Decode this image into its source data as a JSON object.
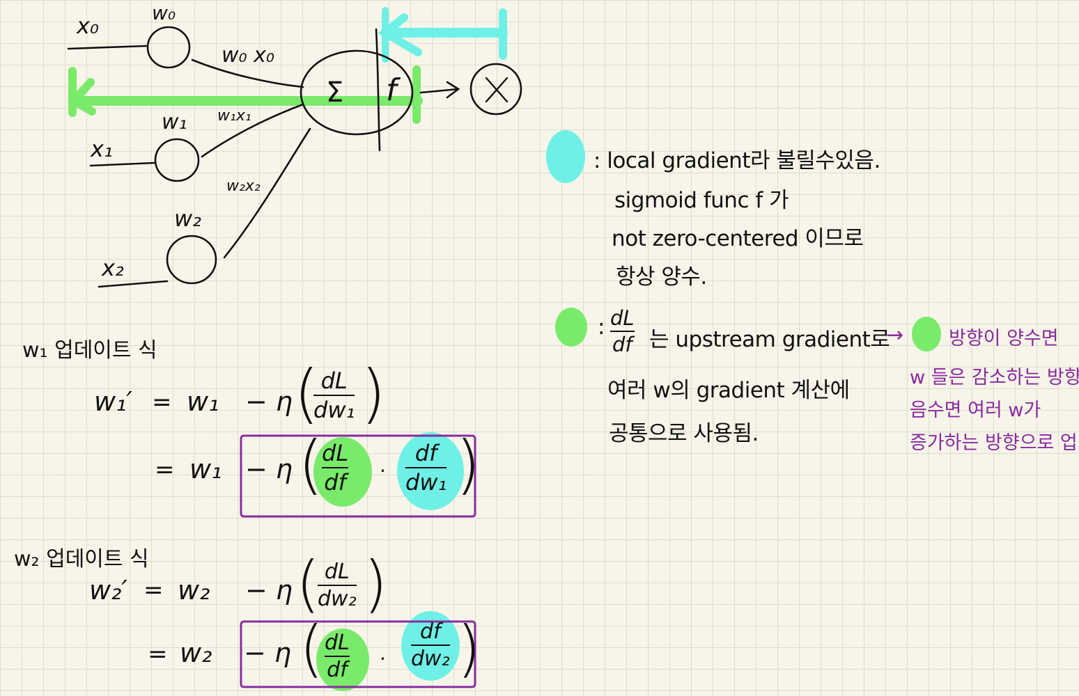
{
  "colors": {
    "paper": "#f7f5e9",
    "grid": "#dfdccb",
    "ink": "#111111",
    "local_gradient_highlight": "#6ff0e6",
    "upstream_gradient_highlight": "#7aea6a",
    "box": "#8a2aa0",
    "purple_note": "#8a2aa0"
  },
  "neuron": {
    "inputs": [
      "x₀",
      "x₁",
      "x₂"
    ],
    "weights": [
      "w₀",
      "w₁",
      "w₂"
    ],
    "products": [
      "w₀ x₀",
      "w₁x₁",
      "w₂x₂"
    ],
    "sum_symbol": "Σ",
    "activation": "f"
  },
  "legend": {
    "local": {
      "lines": [
        ": local gradient라 불릴수있음.",
        "sigmoid func f 가",
        "not zero-centered 이므로",
        "항상 양수."
      ]
    },
    "upstream": {
      "prefix": ":",
      "frac_num": "dL",
      "frac_den": "df",
      "suffix": "는 upstream gradient로",
      "lines": [
        "여러 w의 gradient 계산에",
        "공통으로 사용됨."
      ]
    },
    "purple_note": {
      "arrow": "→",
      "lines": [
        "방향이 양수면",
        "w 들은 감소하는 방향",
        "음수면 여러 w가",
        "증가하는 방향으로 업뎃"
      ]
    }
  },
  "w1_update": {
    "title": "w₁ 업데이트 식",
    "lhs": "w₁′",
    "eq": "=",
    "w": "w₁",
    "minus_eta": "− η",
    "dl": "dL",
    "dw": "dw₁",
    "df": "df",
    "dot": "·"
  },
  "w2_update": {
    "title": "w₂ 업데이트 식",
    "lhs": "w₂′",
    "eq": "=",
    "w": "w₂",
    "minus_eta": "− η",
    "dl": "dL",
    "dw": "dw₂",
    "df": "df",
    "dot": "·"
  }
}
